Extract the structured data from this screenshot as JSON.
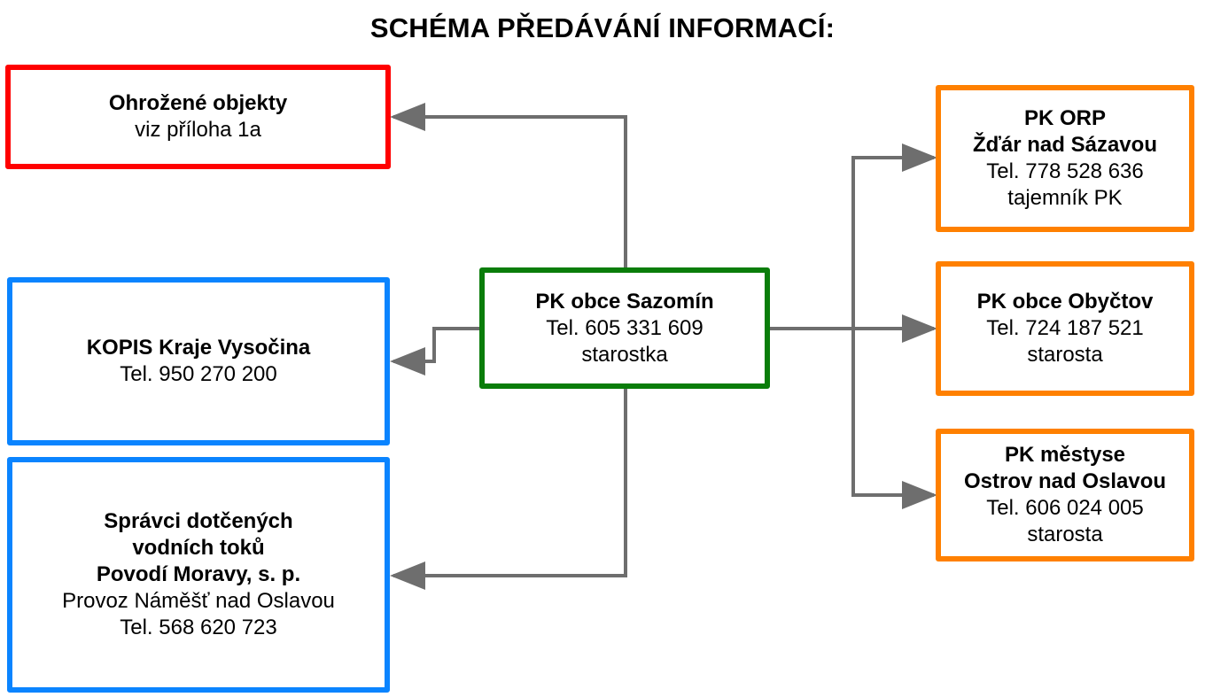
{
  "title": "SCHÉMA PŘEDÁVÁNÍ INFORMACÍ:",
  "colors": {
    "threatened": "#ff0000",
    "external": "#0a84ff",
    "center": "#0a7d0a",
    "neighbors": "#ff8000",
    "arrows": "#6e6e6e"
  },
  "center": {
    "name": "PK obce Sazomín",
    "phone": "Tel. 605 331 609",
    "role": "starostka"
  },
  "left": {
    "threatened": {
      "name": "Ohrožené objekty",
      "note": "viz příloha 1a"
    },
    "kopis": {
      "name": "KOPIS Kraje Vysočina",
      "phone": "Tel. 950 270 200"
    },
    "river": {
      "name_line1": "Správci dotčených",
      "name_line2": "vodních toků",
      "name_line3": "Povodí Moravy, s. p.",
      "unit": "Provoz Náměšť nad Oslavou",
      "phone": "Tel. 568 620 723"
    }
  },
  "right": {
    "orp": {
      "name_line1": "PK ORP",
      "name_line2": "Žďár nad Sázavou",
      "phone": "Tel. 778 528 636",
      "role": "tajemník PK"
    },
    "obyctov": {
      "name": "PK obce Obyčtov",
      "phone": "Tel. 724 187 521",
      "role": "starosta"
    },
    "ostrov": {
      "name_line1": "PK městyse",
      "name_line2": "Ostrov nad Oslavou",
      "phone": "Tel. 606 024 005",
      "role": "starosta"
    }
  },
  "connections": [
    {
      "from": "center",
      "to": "threatened"
    },
    {
      "from": "center",
      "to": "kopis"
    },
    {
      "from": "center",
      "to": "river"
    },
    {
      "from": "center",
      "to": "orp"
    },
    {
      "from": "center",
      "to": "obyctov"
    },
    {
      "from": "center",
      "to": "ostrov"
    }
  ]
}
